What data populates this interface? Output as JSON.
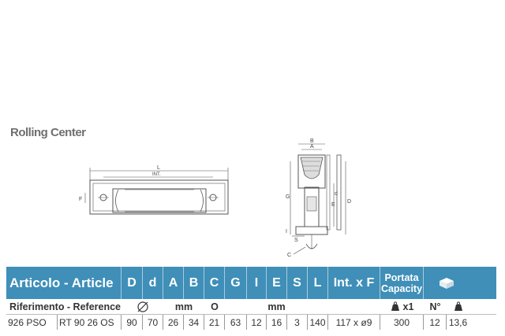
{
  "brand": {
    "logo_text": "Rolling Center"
  },
  "drawing": {
    "side_labels": {
      "L": "L",
      "INT": "INT.",
      "F": "F"
    },
    "section_labels": {
      "B": "B",
      "A": "A",
      "G": "G",
      "E": "E",
      "D": "D",
      "I": "I",
      "S": "S",
      "C": "C",
      "d": "d"
    }
  },
  "table": {
    "headers": {
      "article": "Articolo - Article",
      "D": "D",
      "d": "d",
      "A": "A",
      "B": "B",
      "C": "C",
      "G": "G",
      "I": "I",
      "E": "E",
      "S": "S",
      "L": "L",
      "intF": "Int. x F",
      "capacity_line1": "Portata",
      "capacity_line2": "Capacity"
    },
    "units_row": {
      "reference": "Riferimento - Reference",
      "mm1": "mm",
      "C_unit": "O",
      "mm2": "mm",
      "multiplier": "x1",
      "number": "N°"
    },
    "product": {
      "code": "926 PSO",
      "ref": "RT 90 26 OS",
      "D": "90",
      "d": "70",
      "A": "26",
      "B": "34",
      "C": "21",
      "G": "63",
      "I": "12",
      "E": "16",
      "S": "3",
      "L": "140",
      "intF": "117 x ø9",
      "capacity": "300",
      "pieces": "12",
      "weight": "13,6"
    }
  },
  "colors": {
    "header_bg": "#3f8fb8",
    "header_text": "#ffffff",
    "line": "#555555"
  },
  "icons": {
    "diameter": "diameter-icon",
    "box": "box-icon",
    "weight": "kg-weight-icon"
  }
}
